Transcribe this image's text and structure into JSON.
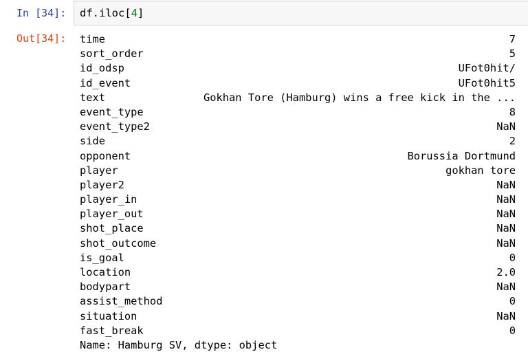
{
  "input_prompt": "In [34]:",
  "output_prompt": "Out[34]:",
  "code": {
    "before": "df.iloc[",
    "number": "4",
    "after": "]"
  },
  "series": [
    {
      "key": "time",
      "value": "7"
    },
    {
      "key": "sort_order",
      "value": "5"
    },
    {
      "key": "id_odsp",
      "value": "UFot0hit/"
    },
    {
      "key": "id_event",
      "value": "UFot0hit5"
    },
    {
      "key": "text",
      "value": "Gokhan Tore (Hamburg) wins a free kick in the ..."
    },
    {
      "key": "event_type",
      "value": "8"
    },
    {
      "key": "event_type2",
      "value": "NaN"
    },
    {
      "key": "side",
      "value": "2"
    },
    {
      "key": "opponent",
      "value": "Borussia Dortmund"
    },
    {
      "key": "player",
      "value": "gokhan tore"
    },
    {
      "key": "player2",
      "value": "NaN"
    },
    {
      "key": "player_in",
      "value": "NaN"
    },
    {
      "key": "player_out",
      "value": "NaN"
    },
    {
      "key": "shot_place",
      "value": "NaN"
    },
    {
      "key": "shot_outcome",
      "value": "NaN"
    },
    {
      "key": "is_goal",
      "value": "0"
    },
    {
      "key": "location",
      "value": "2.0"
    },
    {
      "key": "bodypart",
      "value": "NaN"
    },
    {
      "key": "assist_method",
      "value": "0"
    },
    {
      "key": "situation",
      "value": "NaN"
    },
    {
      "key": "fast_break",
      "value": "0"
    }
  ],
  "footer": "Name: Hamburg SV, dtype: object"
}
